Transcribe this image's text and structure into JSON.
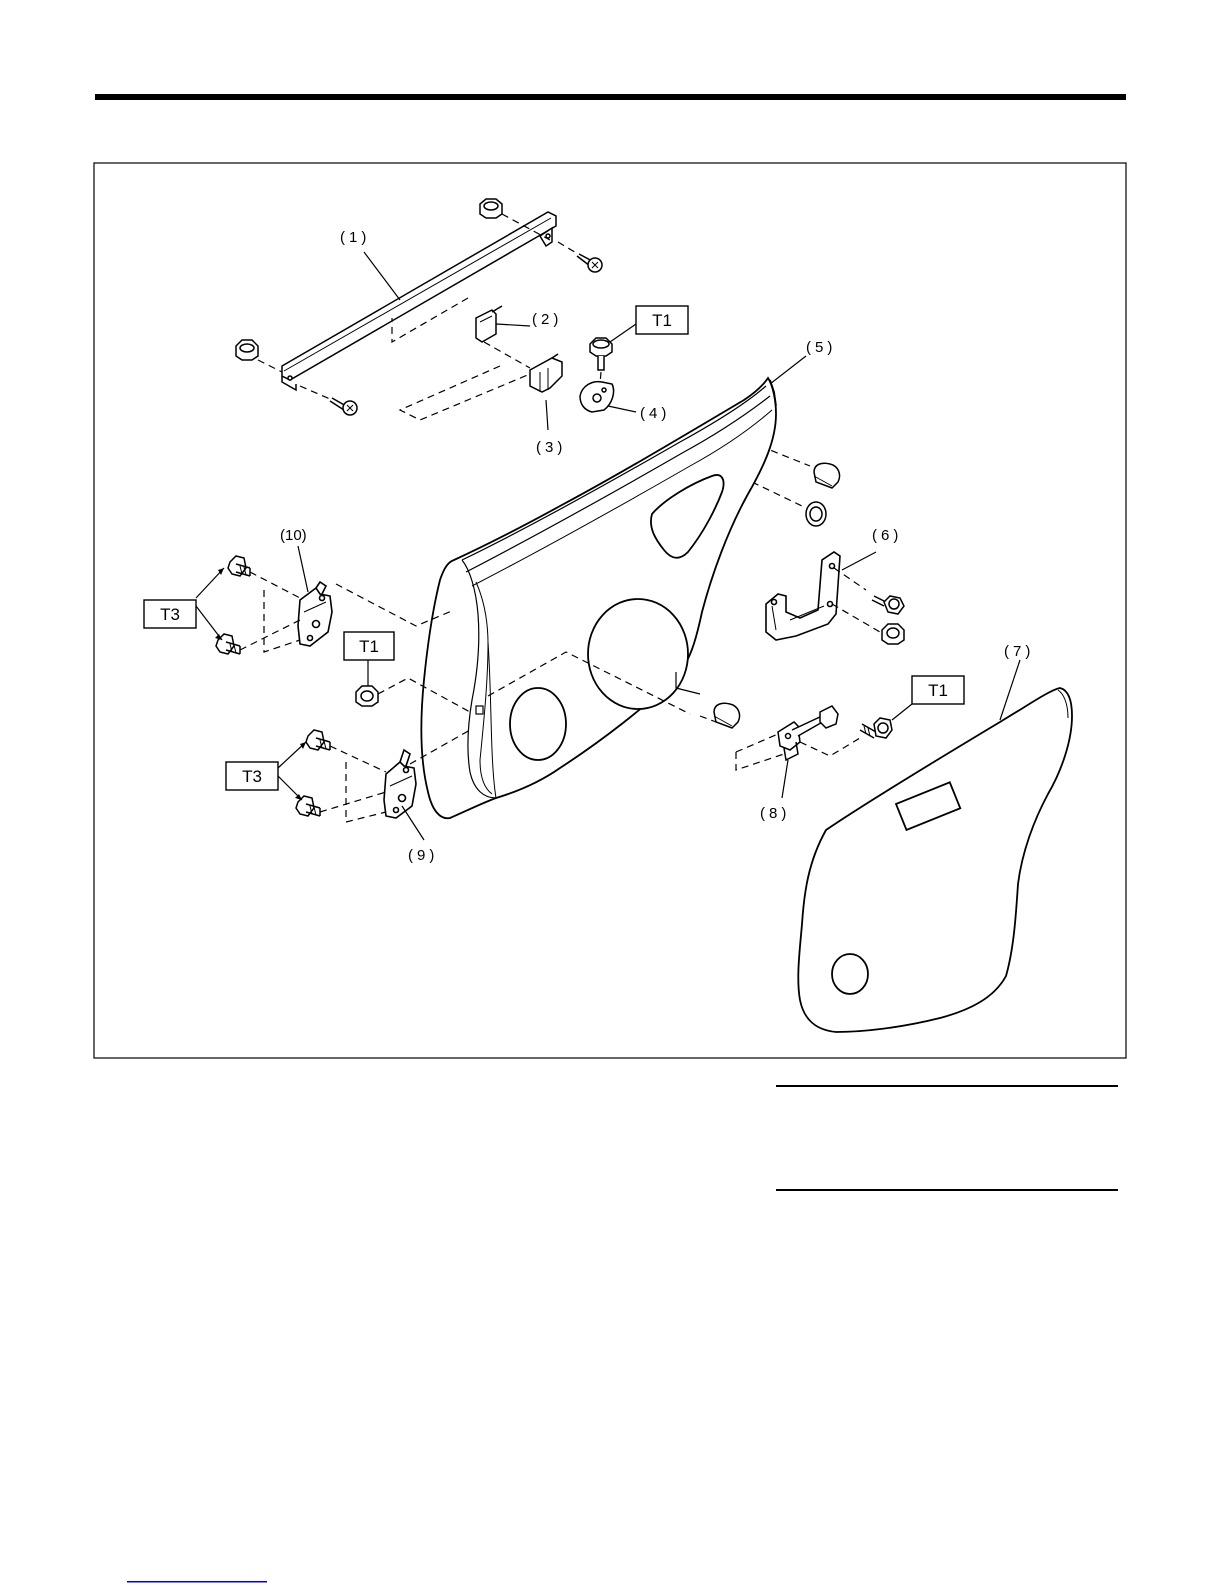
{
  "diagram": {
    "callouts": {
      "c1": "(1)",
      "c2": "(2)",
      "c3": "(3)",
      "c4": "(4)",
      "c5": "(5)",
      "c6": "(6)",
      "c7": "(7)",
      "c8": "(8)",
      "c9": "(9)",
      "c10": "(10)"
    },
    "torque_tags": {
      "t1_top": "T1",
      "t1_mid": "T1",
      "t1_right": "T1",
      "t3_upper": "T3",
      "t3_lower": "T3"
    }
  },
  "colors": {
    "ink": "#000000",
    "link": "#0000ee",
    "paper": "#ffffff"
  }
}
